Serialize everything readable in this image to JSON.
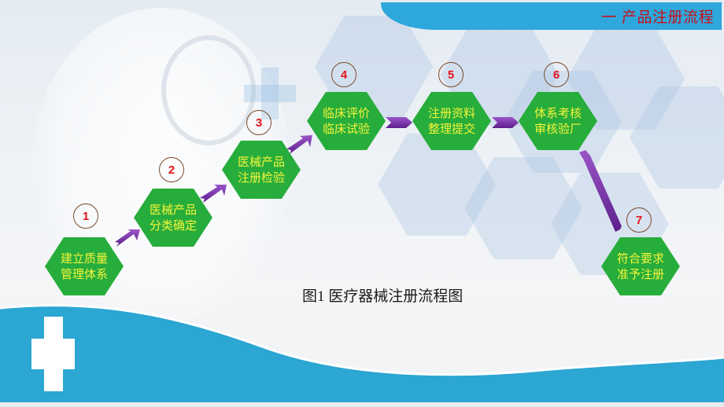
{
  "header": {
    "title": "一 产品注册流程",
    "bar_color": "#2ea7dc",
    "title_color": "#c8101a"
  },
  "flow": {
    "steps": [
      {
        "number": "1",
        "line1": "建立质量",
        "line2": "管理体系"
      },
      {
        "number": "2",
        "line1": "医械产品",
        "line2": "分类确定"
      },
      {
        "number": "3",
        "line1": "医械产品",
        "line2": "注册检验"
      },
      {
        "number": "4",
        "line1": "临床评价",
        "line2": "临床试验"
      },
      {
        "number": "5",
        "line1": "注册资料",
        "line2": "整理提交"
      },
      {
        "number": "6",
        "line1": "体系考核",
        "line2": "审核验厂"
      },
      {
        "number": "7",
        "line1": "符合要求",
        "line2": "准予注册"
      }
    ],
    "hex_color": "#27ad3b",
    "text_color": "#f4f43a",
    "number_color": "#e3141b",
    "arrow_color": "#7b2fa8"
  },
  "caption": "图1  医疗器械注册流程图"
}
